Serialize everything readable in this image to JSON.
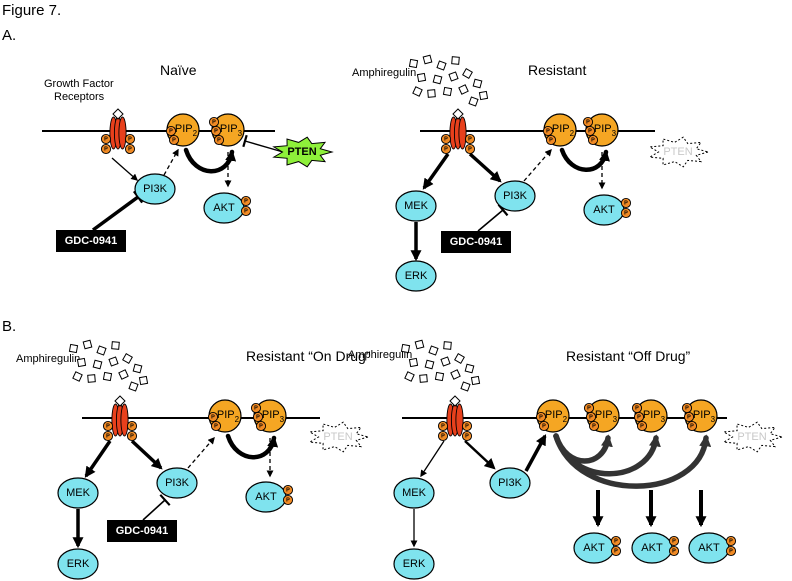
{
  "figure_title": "Figure 7.",
  "panel_a_label": "A.",
  "panel_b_label": "B.",
  "panels": {
    "naive": "Naïve",
    "resistant": "Resistant",
    "on_drug": "Resistant “On Drug”",
    "off_drug": "Resistant “Off Drug”"
  },
  "labels": {
    "growth_factor_line1": "Growth Factor",
    "growth_factor_line2": "Receptors",
    "amphiregulin": "Amphiregulin",
    "pi3k": "PI3K",
    "akt": "AKT",
    "mek": "MEK",
    "erk": "ERK",
    "pip": "PIP",
    "sub2": "2",
    "sub3": "3",
    "pten": "PTEN",
    "drug": "GDC-0941",
    "p": "P"
  },
  "colors": {
    "receptor": "#e8401c",
    "pip": "#f5a623",
    "protein": "#7fe3ee",
    "phospho": "#f08a24",
    "pten_active": "#8ef03a",
    "drug_box": "#000000"
  }
}
